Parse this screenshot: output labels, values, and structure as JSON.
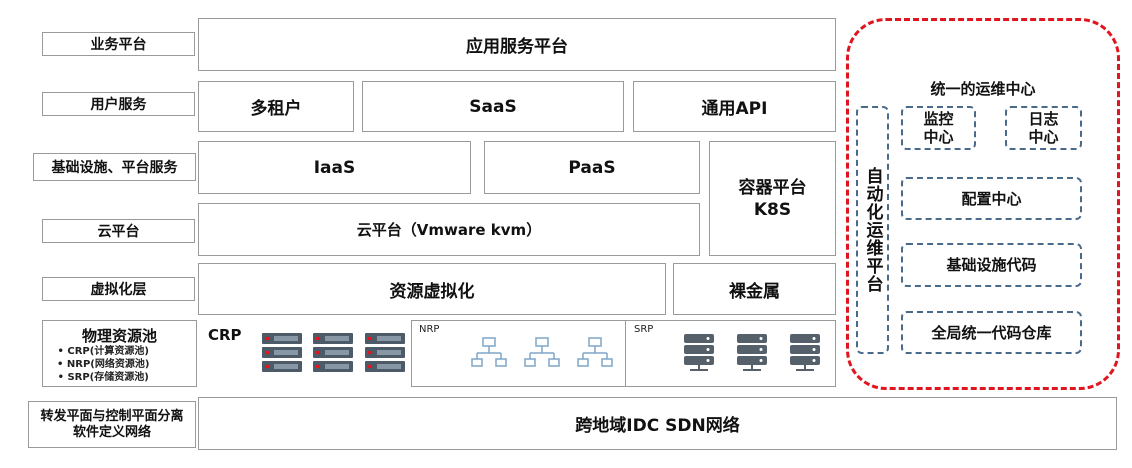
{
  "left_labels": {
    "business": "业务平台",
    "user_service": "用户服务",
    "infra_platform": "基础设施、平台服务",
    "cloud": "云平台",
    "virt": "虚拟化层",
    "physical": "物理资源池",
    "sdn_line1": "转发平面与控制平面分离",
    "sdn_line2": "软件定义网络"
  },
  "pool_notes": [
    "CRP(计算资源池)",
    "NRP(网络资源池)",
    "SRP(存储资源池)"
  ],
  "layers": {
    "app_service": "应用服务平台",
    "multi_tenant": "多租户",
    "saas": "SaaS",
    "api": "通用API",
    "iaas": "IaaS",
    "paas": "PaaS",
    "container_line1": "容器平台",
    "container_line2": "K8S",
    "cloud_platform": "云平台（Vmware kvm）",
    "resource_virt": "资源虚拟化",
    "bare_metal": "裸金属",
    "sdn": "跨地域IDC SDN网络"
  },
  "pools": {
    "crp": "CRP",
    "nrp": "NRP",
    "srp": "SRP"
  },
  "ops": {
    "title": "统一的运维中心",
    "auto_platform": "自动化运维平台",
    "monitor_line1": "监控",
    "monitor_line2": "中心",
    "log_line1": "日志",
    "log_line2": "中心",
    "config": "配置中心",
    "iac": "基础设施代码",
    "repo": "全局统一代码仓库"
  },
  "colors": {
    "ops_border": "#e0161e",
    "dash_border": "#4a6a8c",
    "server_body": "#4d5b69",
    "server_led": "#e0161e",
    "network_icon": "#7fa6c9",
    "storage_icon": "#56606b"
  }
}
